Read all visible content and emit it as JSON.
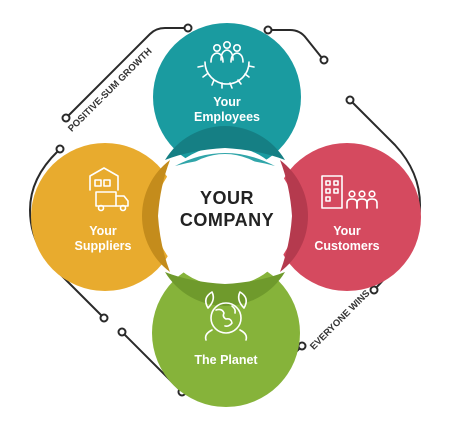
{
  "center": {
    "line1": "YOUR",
    "line2": "COMPANY"
  },
  "nodes": {
    "employees": {
      "line1": "Your",
      "line2": "Employees",
      "color": "#1a9ba0",
      "icon": "gear-people-icon"
    },
    "customers": {
      "line1": "Your",
      "line2": "Customers",
      "color": "#d54a5f",
      "icon": "building-people-icon"
    },
    "suppliers": {
      "line1": "Your",
      "line2": "Suppliers",
      "color": "#e8ab2e",
      "icon": "warehouse-truck-icon"
    },
    "planet": {
      "line1": "The Planet",
      "color": "#86b33a",
      "icon": "globe-leaves-icon"
    }
  },
  "side_labels": {
    "top_left": "POSITIVE-SUM GROWTH",
    "bottom_right": "EVERYONE WINS"
  },
  "colors": {
    "frame": "#2a2a2a",
    "center_text": "#222222"
  }
}
